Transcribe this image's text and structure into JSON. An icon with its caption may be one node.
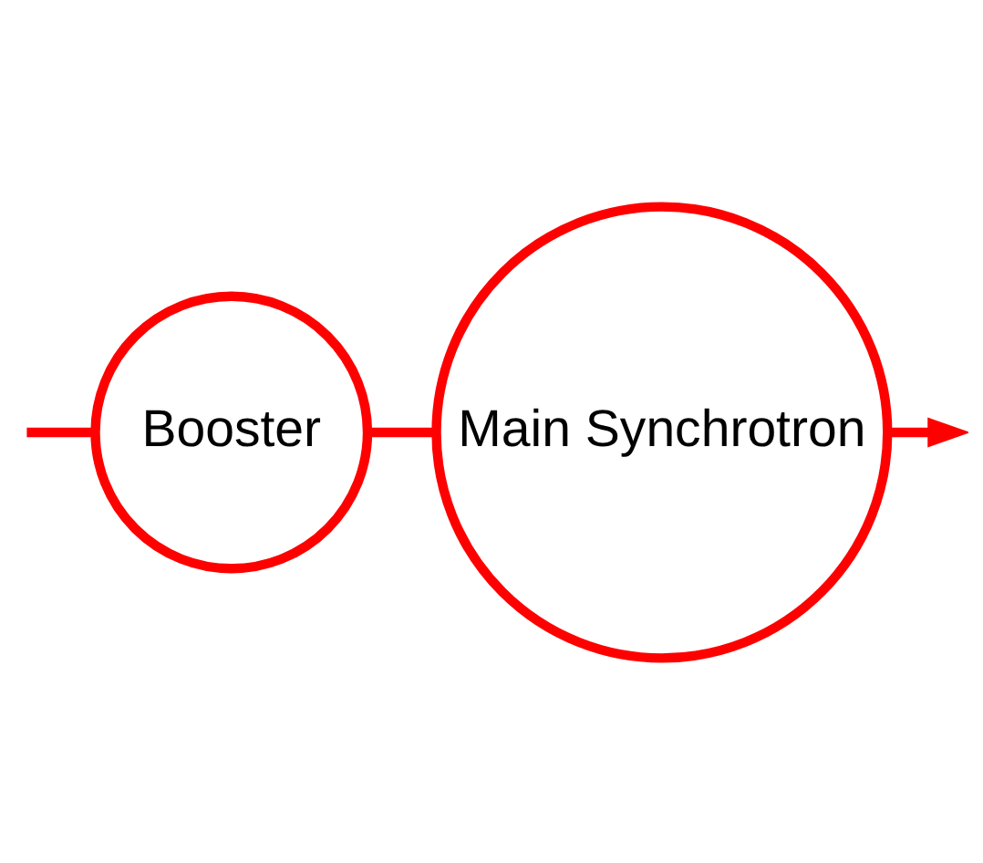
{
  "diagram": {
    "nodes": [
      {
        "text": [
          "Booster"
        ]
      },
      {
        "text": [
          "Main Synchrotron"
        ]
      }
    ],
    "edges": [
      {
        "from": null,
        "to": 0,
        "arrow": "none"
      },
      {
        "from": 0,
        "to": 1,
        "arrow": "none"
      },
      {
        "from": 1,
        "to": null,
        "arrow": "to"
      }
    ]
  }
}
